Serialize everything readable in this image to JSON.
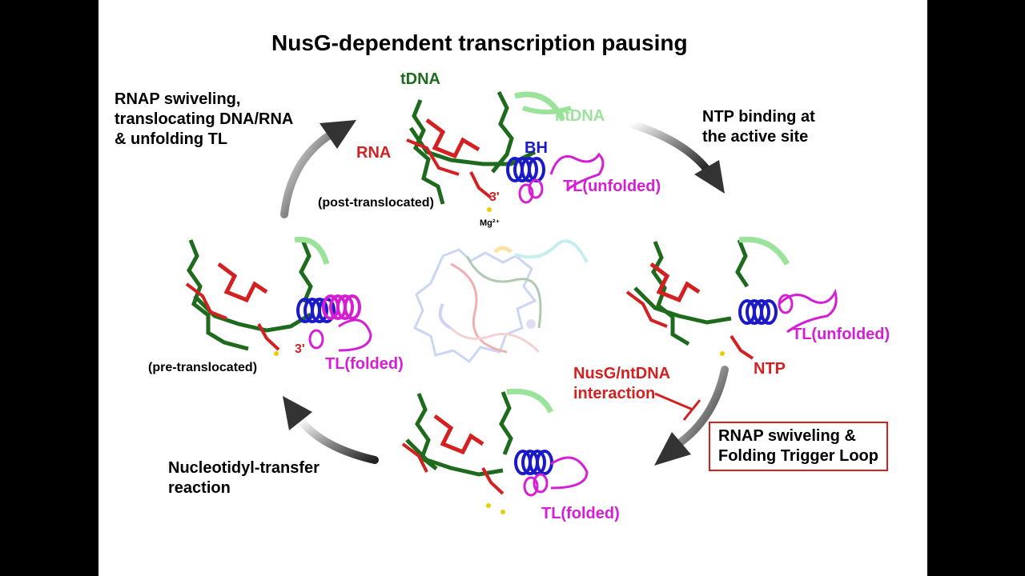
{
  "title": "NusG-dependent transcription pausing",
  "steps": {
    "top_left": [
      "RNAP swiveling,",
      "translocating DNA/RNA",
      "& unfolding TL"
    ],
    "top_right": [
      "NTP binding at",
      "the active site"
    ],
    "bottom_left": [
      "Nucleotidyl-transfer",
      "reaction"
    ],
    "inhibition": [
      "NusG/ntDNA",
      "interaction"
    ],
    "boxed": [
      "RNAP swiveling &",
      "Folding Trigger Loop"
    ]
  },
  "labels": {
    "tdna": "tDNA",
    "ntdna": "ntDNA",
    "rna": "RNA",
    "bh": "BH",
    "tl_unfolded": "TL(unfolded)",
    "tl_folded": "TL(folded)",
    "three_prime": "3'",
    "mg": "Mg²⁺",
    "post_translocated": "(post-translocated)",
    "pre_translocated": "(pre-translocated)",
    "ntp": "NTP"
  },
  "colors": {
    "tdna": "#1e6b1e",
    "ntdna": "#9be39b",
    "rna": "#d32020",
    "bridge_helix": "#1a1ac8",
    "trigger_loop": "#d41fd4",
    "mg": "#e8d000",
    "arrow": "#333333"
  }
}
